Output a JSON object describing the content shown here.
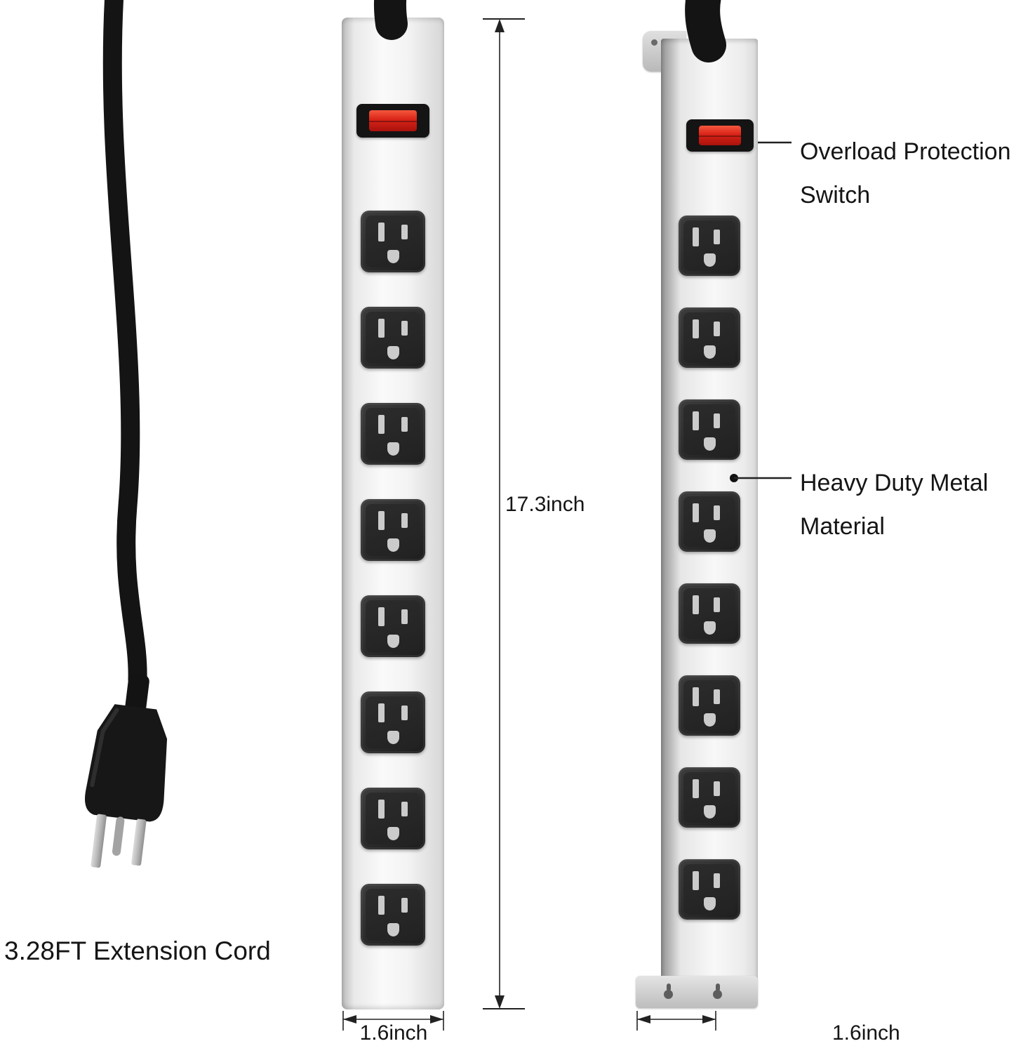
{
  "annotations": {
    "extension_cord_label": "3.28FT Extension Cord",
    "height_dimension": "17.3inch",
    "front_width_dimension": "1.6inch",
    "side_width_dimension": "1.6inch",
    "overload_switch_label": "Overload Protection Switch",
    "material_label": "Heavy Duty Metal Material"
  },
  "product": {
    "front_view": {
      "outlet_count": 8
    },
    "side_view": {
      "outlet_count": 8
    }
  },
  "colors": {
    "switch_red": "#d92318",
    "outlet_black": "#262626",
    "body_metal": "#f3f3f3",
    "cord_black": "#141414",
    "annotation_text": "#151515"
  }
}
